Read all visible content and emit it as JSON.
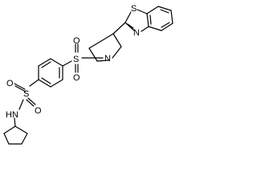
{
  "structure": {
    "atoms": {
      "s_benzothiazole": "S",
      "n_benzothiazole": "N",
      "n_piperidine": "N",
      "s_sulfonyl_top": "S",
      "o_sulfonyl_top_up": "O",
      "o_sulfonyl_top_down": "O",
      "s_sulfonamide": "S",
      "o_sulfonamide_left": "O",
      "o_sulfonamide_right": "O",
      "hn_sulfonamide": "HN"
    }
  }
}
